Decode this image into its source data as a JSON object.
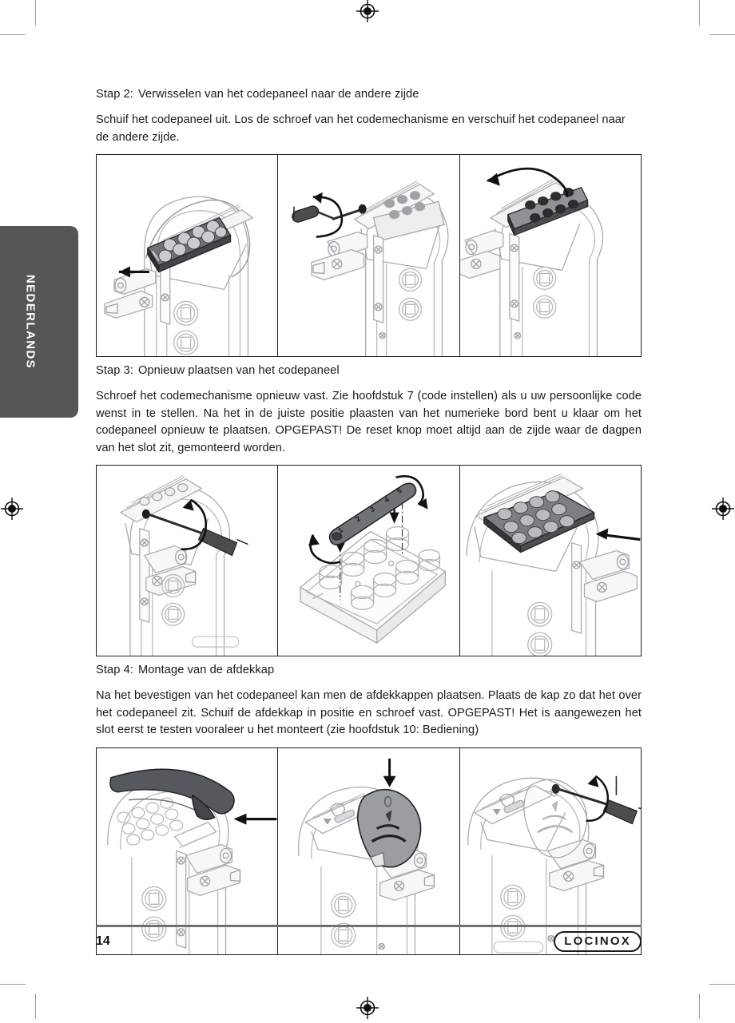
{
  "page": {
    "language_tab": "NEDERLANDS",
    "page_number": "14",
    "brand": "LOCINOX"
  },
  "sections": [
    {
      "heading_label": "Stap 2:",
      "heading_text": "Verwisselen van het codepaneel naar de andere zijde",
      "paragraphs": [
        "Schuif het codepaneel uit. Los de schroef van het codemechanisme en verschuif het codepaneel naar de andere zijde."
      ],
      "figures": [
        {
          "caption_hidden": "keypad-sliding-out-of-housing",
          "annotations": [
            "straight-arrow-left"
          ]
        },
        {
          "caption_hidden": "screwdriver-loosening-code-mechanism-screw",
          "annotations": [
            "curved-arrow-counterclockwise"
          ]
        },
        {
          "caption_hidden": "code-mechanism-shifted-to-other-side",
          "annotations": [
            "curved-arrow-over-top"
          ]
        }
      ]
    },
    {
      "heading_label": "Stap 3:",
      "heading_text": "Opnieuw plaatsen van het codepaneel",
      "paragraphs": [
        "Schroef het codemechanisme opnieuw vast. Zie hoofdstuk 7 (code instellen) als u uw persoonlijke code wenst in te stellen. Na het in de juiste positie plaasten van het numerieke bord bent u klaar om het codepaneel opnieuw te plaatsen. OPGEPAST! De reset knop moet altijd aan de zijde waar de dagpen van het slot zit, gemonteerd worden."
      ],
      "figures": [
        {
          "caption_hidden": "screwdriver-tightening-code-mechanism",
          "annotations": [
            "curved-arrow-clockwise"
          ]
        },
        {
          "caption_hidden": "numeric-strip-flipped-onto-keypad",
          "annotations": [
            "curved-arrow-left",
            "curved-arrow-right",
            "dash-dot-alignment-lines",
            "down-arrows"
          ]
        },
        {
          "caption_hidden": "keypad-reinserted-into-housing",
          "annotations": [
            "straight-arrow-left"
          ]
        }
      ]
    },
    {
      "heading_label": "Stap 4:",
      "heading_text": "Montage van de afdekkap",
      "paragraphs": [
        "Na het bevestigen van het codepaneel kan men de afdekkappen plaatsen. Plaats de kap zo dat het over het codepaneel zit. Schuif de afdekkap in positie en schroef vast. OPGEPAST! Het is aangewezen het slot eerst te testen vooraleer u het monteert (zie hoofdstuk 10: Bediening)"
      ],
      "figures": [
        {
          "caption_hidden": "cover-cap-sliding-over-keypad",
          "annotations": [
            "straight-arrow-left"
          ]
        },
        {
          "caption_hidden": "cover-cap-placed-downward-on-lock",
          "annotations": [
            "straight-arrow-down"
          ]
        },
        {
          "caption_hidden": "screwdriver-fastening-cover-cap",
          "annotations": [
            "curved-arrow-clockwise"
          ]
        }
      ]
    }
  ],
  "colors": {
    "tab_background": "#545659",
    "tab_text": "#ffffff",
    "frame_stroke": "#1d1d1d",
    "line_art_light": "#b9bcc0",
    "line_art_mid": "#8d9196",
    "part_fill_dark": "#6f7276",
    "footer_rule": "#6d6f71"
  }
}
